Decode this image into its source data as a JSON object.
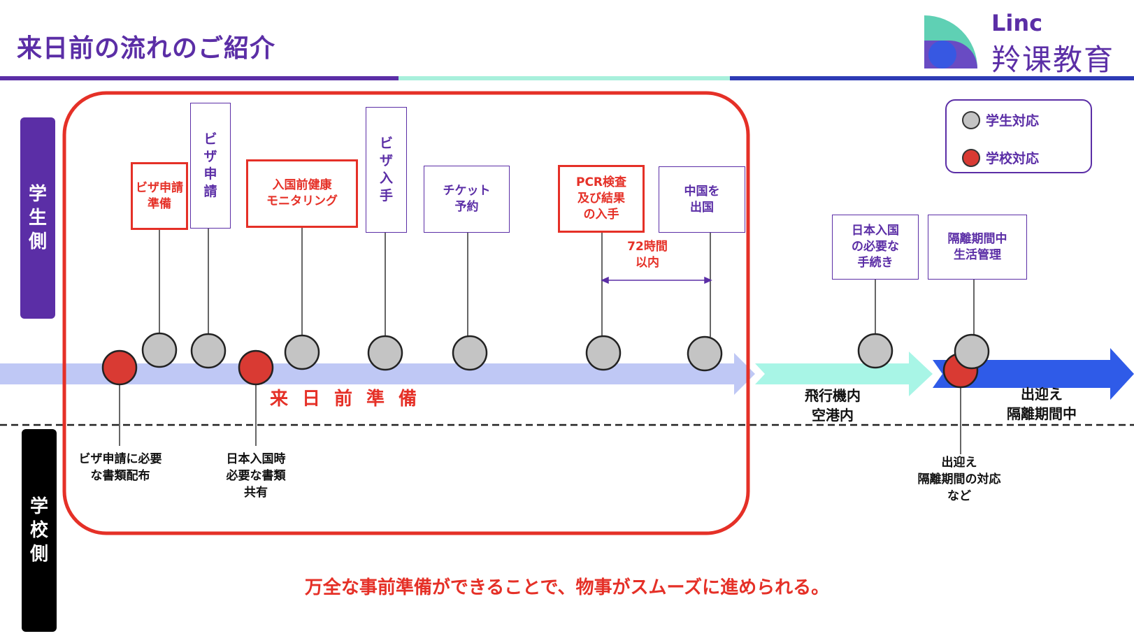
{
  "header": {
    "title": "来日前の流れのご紹介",
    "logo_en": "Linc",
    "logo_cn": "羚课教育"
  },
  "side_labels": {
    "student": "学生側",
    "school": "学校側"
  },
  "legend": {
    "student": "学生対応",
    "school": "学校対応"
  },
  "student_tasks": [
    {
      "label": "ビザ申請準備",
      "style": "red"
    },
    {
      "label": "ビザ申請",
      "style": "vertical"
    },
    {
      "label": "入国前健康\nモニタリング",
      "style": "red"
    },
    {
      "label": "ビザ入手",
      "style": "vertical"
    },
    {
      "label": "チケット\n予約",
      "style": "normal"
    },
    {
      "label": "PCR検査\n及び結果\nの入手",
      "style": "red"
    },
    {
      "label": "中国を\n出国",
      "style": "normal"
    },
    {
      "label": "日本入国\nの必要な\n手続き",
      "style": "normal"
    },
    {
      "label": "隔離期間中\n生活管理",
      "style": "normal"
    }
  ],
  "school_tasks": [
    {
      "label": "ビザ申請に必要\nな書類配布"
    },
    {
      "label": "日本入国時\n必要な書類\n共有"
    },
    {
      "label": "出迎え\n隔離期間の対応\nなど"
    }
  ],
  "range_note": "72時間\n以内",
  "stages": {
    "prep": "来日前準備",
    "flight": "飛行機内\n空港内",
    "arrival": "出迎え\n隔離期間中"
  },
  "bottom_message": "万全な事前準備ができることで、物事がスムーズに進められる。",
  "colors": {
    "purple": "#5b2ea6",
    "red": "#e53027",
    "teal": "#5fd0b4",
    "blue": "#2f5be8",
    "arrow_light_blue": "#bfc8f5",
    "arrow_mint": "#a8f5e6",
    "gray_dot": "#c4c4c4",
    "red_dot": "#d93a33"
  }
}
